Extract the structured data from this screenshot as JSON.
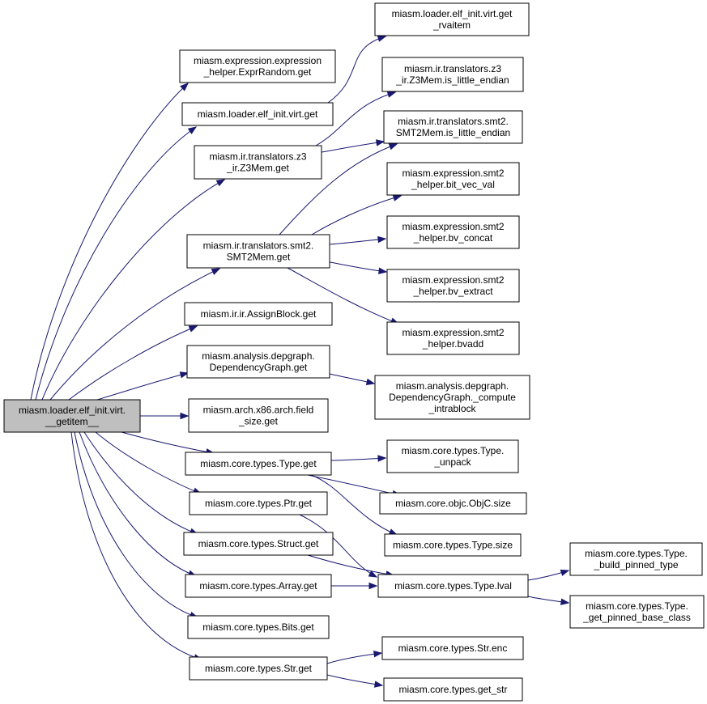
{
  "graph": {
    "root": "n_root",
    "nodes": [
      {
        "id": "n_root",
        "lines": [
          "miasm.loader.elf_init.virt.",
          "__getitem__"
        ]
      },
      {
        "id": "n_exprrandom_get",
        "lines": [
          "miasm.expression.expression",
          "_helper.ExprRandom.get"
        ]
      },
      {
        "id": "n_virt_get",
        "lines": [
          "miasm.loader.elf_init.virt.get"
        ]
      },
      {
        "id": "n_z3mem_get",
        "lines": [
          "miasm.ir.translators.z3",
          "_ir.Z3Mem.get"
        ]
      },
      {
        "id": "n_smt2mem_get",
        "lines": [
          "miasm.ir.translators.smt2.",
          "SMT2Mem.get"
        ]
      },
      {
        "id": "n_assignblock_get",
        "lines": [
          "miasm.ir.ir.AssignBlock.get"
        ]
      },
      {
        "id": "n_depgraph_get",
        "lines": [
          "miasm.analysis.depgraph.",
          "DependencyGraph.get"
        ]
      },
      {
        "id": "n_field_size_get",
        "lines": [
          "miasm.arch.x86.arch.field",
          "_size.get"
        ]
      },
      {
        "id": "n_type_get",
        "lines": [
          "miasm.core.types.Type.get"
        ]
      },
      {
        "id": "n_ptr_get",
        "lines": [
          "miasm.core.types.Ptr.get"
        ]
      },
      {
        "id": "n_struct_get",
        "lines": [
          "miasm.core.types.Struct.get"
        ]
      },
      {
        "id": "n_array_get",
        "lines": [
          "miasm.core.types.Array.get"
        ]
      },
      {
        "id": "n_bits_get",
        "lines": [
          "miasm.core.types.Bits.get"
        ]
      },
      {
        "id": "n_str_get",
        "lines": [
          "miasm.core.types.Str.get"
        ]
      },
      {
        "id": "n_rvaitem",
        "lines": [
          "miasm.loader.elf_init.virt.get",
          "_rvaitem"
        ]
      },
      {
        "id": "n_z3_little",
        "lines": [
          "miasm.ir.translators.z3",
          "_ir.Z3Mem.is_little_endian"
        ]
      },
      {
        "id": "n_smt2_little",
        "lines": [
          "miasm.ir.translators.smt2.",
          "SMT2Mem.is_little_endian"
        ]
      },
      {
        "id": "n_bit_vec_val",
        "lines": [
          "miasm.expression.smt2",
          "_helper.bit_vec_val"
        ]
      },
      {
        "id": "n_bv_concat",
        "lines": [
          "miasm.expression.smt2",
          "_helper.bv_concat"
        ]
      },
      {
        "id": "n_bv_extract",
        "lines": [
          "miasm.expression.smt2",
          "_helper.bv_extract"
        ]
      },
      {
        "id": "n_bvadd",
        "lines": [
          "miasm.expression.smt2",
          "_helper.bvadd"
        ]
      },
      {
        "id": "n_compute_intrablock",
        "lines": [
          "miasm.analysis.depgraph.",
          "DependencyGraph._compute",
          "_intrablock"
        ]
      },
      {
        "id": "n_type_unpack",
        "lines": [
          "miasm.core.types.Type.",
          "_unpack"
        ]
      },
      {
        "id": "n_objc_size",
        "lines": [
          "miasm.core.objc.ObjC.size"
        ]
      },
      {
        "id": "n_type_size",
        "lines": [
          "miasm.core.types.Type.size"
        ]
      },
      {
        "id": "n_type_lval",
        "lines": [
          "miasm.core.types.Type.lval"
        ]
      },
      {
        "id": "n_build_pinned",
        "lines": [
          "miasm.core.types.Type.",
          "_build_pinned_type"
        ]
      },
      {
        "id": "n_get_pinned_base",
        "lines": [
          "miasm.core.types.Type.",
          "_get_pinned_base_class"
        ]
      },
      {
        "id": "n_str_enc",
        "lines": [
          "miasm.core.types.Str.enc"
        ]
      },
      {
        "id": "n_get_str",
        "lines": [
          "miasm.core.types.get_str"
        ]
      }
    ],
    "edges": [
      {
        "from": "n_root",
        "to": "n_exprrandom_get"
      },
      {
        "from": "n_root",
        "to": "n_virt_get"
      },
      {
        "from": "n_root",
        "to": "n_z3mem_get"
      },
      {
        "from": "n_root",
        "to": "n_smt2mem_get"
      },
      {
        "from": "n_root",
        "to": "n_assignblock_get"
      },
      {
        "from": "n_root",
        "to": "n_depgraph_get"
      },
      {
        "from": "n_root",
        "to": "n_field_size_get"
      },
      {
        "from": "n_root",
        "to": "n_type_get"
      },
      {
        "from": "n_root",
        "to": "n_ptr_get"
      },
      {
        "from": "n_root",
        "to": "n_struct_get"
      },
      {
        "from": "n_root",
        "to": "n_array_get"
      },
      {
        "from": "n_root",
        "to": "n_bits_get"
      },
      {
        "from": "n_root",
        "to": "n_str_get"
      },
      {
        "from": "n_virt_get",
        "to": "n_rvaitem"
      },
      {
        "from": "n_z3mem_get",
        "to": "n_z3_little"
      },
      {
        "from": "n_z3mem_get",
        "to": "n_smt2_little"
      },
      {
        "from": "n_smt2mem_get",
        "to": "n_smt2_little"
      },
      {
        "from": "n_smt2mem_get",
        "to": "n_bit_vec_val"
      },
      {
        "from": "n_smt2mem_get",
        "to": "n_bv_concat"
      },
      {
        "from": "n_smt2mem_get",
        "to": "n_bv_extract"
      },
      {
        "from": "n_smt2mem_get",
        "to": "n_bvadd"
      },
      {
        "from": "n_depgraph_get",
        "to": "n_compute_intrablock"
      },
      {
        "from": "n_type_get",
        "to": "n_type_unpack"
      },
      {
        "from": "n_type_get",
        "to": "n_objc_size"
      },
      {
        "from": "n_type_get",
        "to": "n_type_size"
      },
      {
        "from": "n_ptr_get",
        "to": "n_type_lval"
      },
      {
        "from": "n_struct_get",
        "to": "n_type_lval"
      },
      {
        "from": "n_array_get",
        "to": "n_type_lval"
      },
      {
        "from": "n_type_lval",
        "to": "n_build_pinned"
      },
      {
        "from": "n_type_lval",
        "to": "n_get_pinned_base"
      },
      {
        "from": "n_str_get",
        "to": "n_str_enc"
      },
      {
        "from": "n_str_get",
        "to": "n_get_str"
      }
    ]
  }
}
